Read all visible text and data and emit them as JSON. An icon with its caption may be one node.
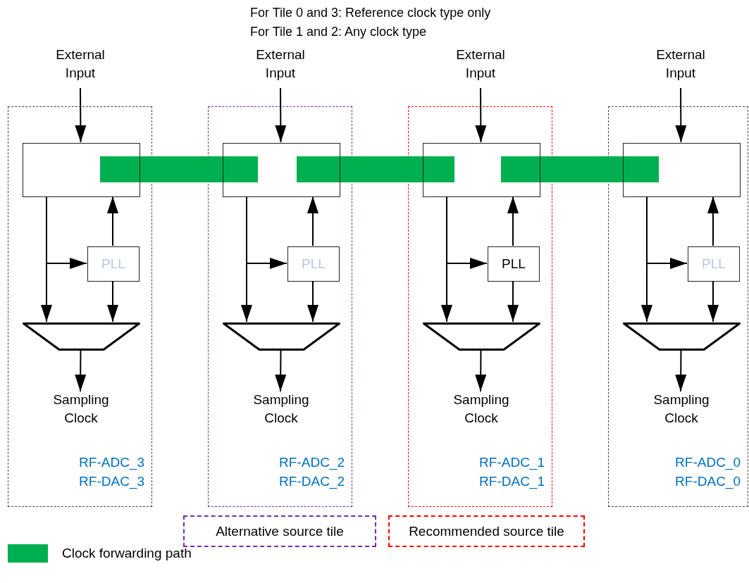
{
  "diagram": {
    "nodes": [
      {
        "text": [
          "External Input"
        ]
      },
      {
        "text": [
          "External Input"
        ]
      },
      {
        "text": [
          "External Input"
        ]
      },
      {
        "text": [
          "External Input"
        ]
      },
      {
        "text": [
          "RF-ADC_3",
          "RF-DAC_3"
        ]
      },
      {
        "text": [],
        "shape": "box",
        "in": 4
      },
      {
        "text": [
          "PLL"
        ],
        "in": 4
      },
      {
        "text": [],
        "shape": "trapezoid",
        "in": 4
      },
      {
        "text": [
          "Sampling Clock"
        ],
        "in": 4
      },
      {
        "text": [
          "RF-ADC_2",
          "RF-DAC_2"
        ]
      },
      {
        "text": [],
        "shape": "box",
        "in": 9
      },
      {
        "text": [
          "PLL"
        ],
        "in": 9
      },
      {
        "text": [],
        "shape": "trapezoid",
        "in": 9
      },
      {
        "text": [
          "Sampling Clock"
        ],
        "in": 9
      },
      {
        "text": [
          "RF-ADC_1",
          "RF-DAC_1"
        ]
      },
      {
        "text": [],
        "shape": "box",
        "in": 14
      },
      {
        "text": [
          "PLL"
        ],
        "in": 14
      },
      {
        "text": [],
        "shape": "trapezoid",
        "in": 14
      },
      {
        "text": [
          "Sampling Clock"
        ],
        "in": 14
      },
      {
        "text": [
          "RF-ADC_0",
          "RF-DAC_0"
        ]
      },
      {
        "text": [],
        "shape": "box",
        "in": 19
      },
      {
        "text": [
          "PLL"
        ],
        "in": 19
      },
      {
        "text": [],
        "shape": "trapezoid",
        "in": 19
      },
      {
        "text": [
          "Sampling Clock"
        ],
        "in": 19
      },
      {
        "text": [
          "Alternative source tile"
        ]
      },
      {
        "text": [
          "Recommended source tile"
        ]
      },
      {
        "text": [],
        "shape": "bar"
      },
      {
        "text": [],
        "shape": "bar"
      },
      {
        "text": [],
        "shape": "bar"
      }
    ],
    "edges": [
      {
        "from": 0,
        "to": 5,
        "arrow": "to"
      },
      {
        "from": 5,
        "to": 7,
        "arrow": "to"
      },
      {
        "from": 5,
        "to": 6,
        "arrow": "to"
      },
      {
        "from": 6,
        "to": 5,
        "arrow": "to"
      },
      {
        "from": 6,
        "to": 7,
        "arrow": "to"
      },
      {
        "from": 7,
        "to": 8,
        "arrow": "to"
      },
      {
        "from": 1,
        "to": 10,
        "arrow": "to"
      },
      {
        "from": 10,
        "to": 12,
        "arrow": "to"
      },
      {
        "from": 10,
        "to": 11,
        "arrow": "to"
      },
      {
        "from": 11,
        "to": 10,
        "arrow": "to"
      },
      {
        "from": 11,
        "to": 12,
        "arrow": "to"
      },
      {
        "from": 12,
        "to": 13,
        "arrow": "to"
      },
      {
        "from": 2,
        "to": 15,
        "arrow": "to"
      },
      {
        "from": 15,
        "to": 17,
        "arrow": "to"
      },
      {
        "from": 15,
        "to": 16,
        "arrow": "to"
      },
      {
        "from": 16,
        "to": 15,
        "arrow": "to"
      },
      {
        "from": 16,
        "to": 17,
        "arrow": "to"
      },
      {
        "from": 17,
        "to": 18,
        "arrow": "to"
      },
      {
        "from": 3,
        "to": 20,
        "arrow": "to"
      },
      {
        "from": 20,
        "to": 22,
        "arrow": "to"
      },
      {
        "from": 20,
        "to": 21,
        "arrow": "to"
      },
      {
        "from": 21,
        "to": 20,
        "arrow": "to"
      },
      {
        "from": 21,
        "to": 22,
        "arrow": "to"
      },
      {
        "from": 22,
        "to": 23,
        "arrow": "to"
      }
    ],
    "labels": [
      "For Tile 0 and 3: Reference clock type only",
      "For Tile 1 and 2: Any clock type"
    ],
    "legend": [
      {
        "text": "Clock forwarding path",
        "color": "#00b050"
      }
    ]
  }
}
